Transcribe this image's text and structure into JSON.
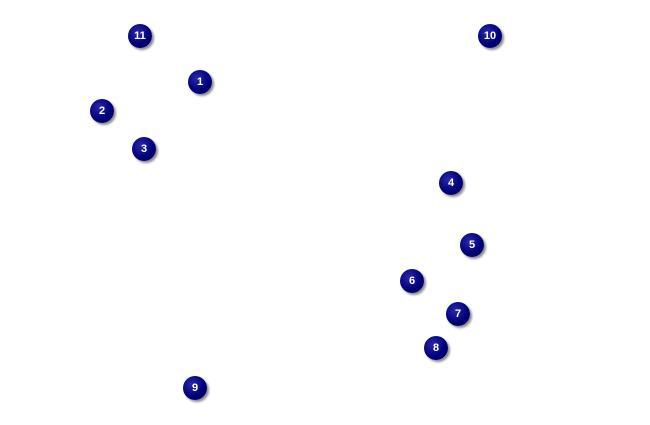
{
  "markers": [
    {
      "label": "1"
    },
    {
      "label": "2"
    },
    {
      "label": "3"
    },
    {
      "label": "4"
    },
    {
      "label": "5"
    },
    {
      "label": "6"
    },
    {
      "label": "7"
    },
    {
      "label": "8"
    },
    {
      "label": "9"
    },
    {
      "label": "10"
    },
    {
      "label": "11"
    }
  ],
  "colors": {
    "marker_fill": "#00007a",
    "marker_text": "#ffffff",
    "background": "#ffffff"
  }
}
